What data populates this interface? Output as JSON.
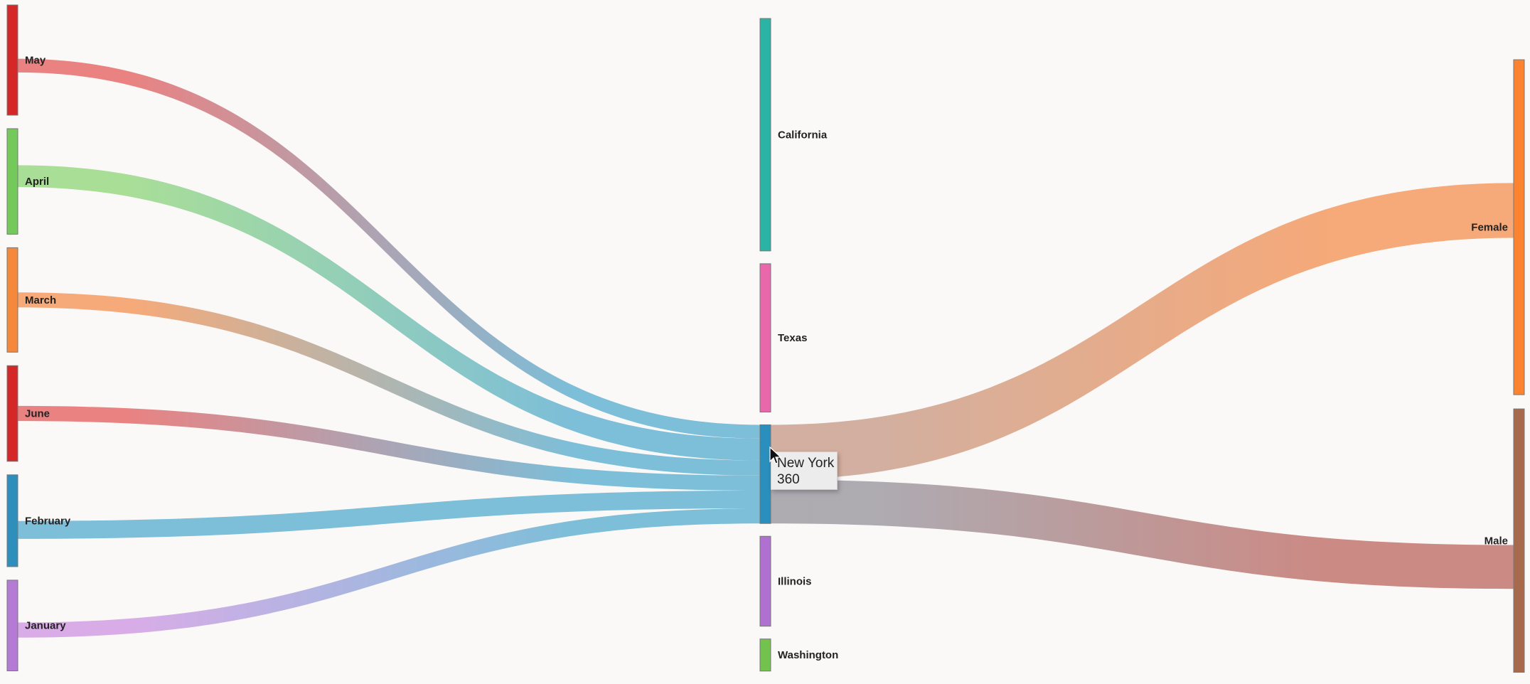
{
  "chart_data": {
    "type": "sankey",
    "title": "",
    "nodes": [
      {
        "id": "May",
        "column": 0,
        "value": 402,
        "color": "#d62728"
      },
      {
        "id": "April",
        "column": 0,
        "value": 385,
        "color": "#74c95b"
      },
      {
        "id": "March",
        "column": 0,
        "value": 381,
        "color": "#f5883a"
      },
      {
        "id": "June",
        "column": 0,
        "value": 349,
        "color": "#d62728"
      },
      {
        "id": "February",
        "column": 0,
        "value": 335,
        "color": "#2e8fbd"
      },
      {
        "id": "January",
        "column": 0,
        "value": 331,
        "color": "#b57ad6"
      },
      {
        "id": "California",
        "column": 1,
        "value": 848,
        "color": "#2bb3a6"
      },
      {
        "id": "Texas",
        "column": 1,
        "value": 541,
        "color": "#e868ab"
      },
      {
        "id": "New York",
        "column": 1,
        "value": 360,
        "color": "#2a8fbd"
      },
      {
        "id": "Illinois",
        "column": 1,
        "value": 328,
        "color": "#b070d0"
      },
      {
        "id": "Washington",
        "column": 1,
        "value": 117,
        "color": "#72c24d"
      },
      {
        "id": "Female",
        "column": 2,
        "value": 1222,
        "color": "#fc8431"
      },
      {
        "id": "Male",
        "column": 2,
        "value": 961,
        "color": "#a86a4c"
      }
    ],
    "highlighted_links": [
      {
        "source": "May",
        "target": "New York",
        "value": 50,
        "color": [
          "#e87878",
          "#72b9d6"
        ]
      },
      {
        "source": "April",
        "target": "New York",
        "value": 80,
        "color": [
          "#a2dc8f",
          "#72b9d6"
        ]
      },
      {
        "source": "March",
        "target": "New York",
        "value": 55,
        "color": [
          "#f6a36e",
          "#72b9d6"
        ]
      },
      {
        "source": "June",
        "target": "New York",
        "value": 55,
        "color": [
          "#e87878",
          "#72b9d6"
        ]
      },
      {
        "source": "February",
        "target": "New York",
        "value": 65,
        "color": [
          "#72b9d6",
          "#72b9d6"
        ]
      },
      {
        "source": "January",
        "target": "New York",
        "value": 55,
        "color": [
          "#d6a6e6",
          "#72b9d6"
        ]
      },
      {
        "source": "New York",
        "target": "Female",
        "value": 200,
        "color": [
          "#cfa998",
          "#f5a26e"
        ]
      },
      {
        "source": "New York",
        "target": "Male",
        "value": 160,
        "color": [
          "#a7a4ab",
          "#c7807a"
        ]
      }
    ],
    "tooltip": {
      "title": "New York",
      "value": "360"
    }
  }
}
